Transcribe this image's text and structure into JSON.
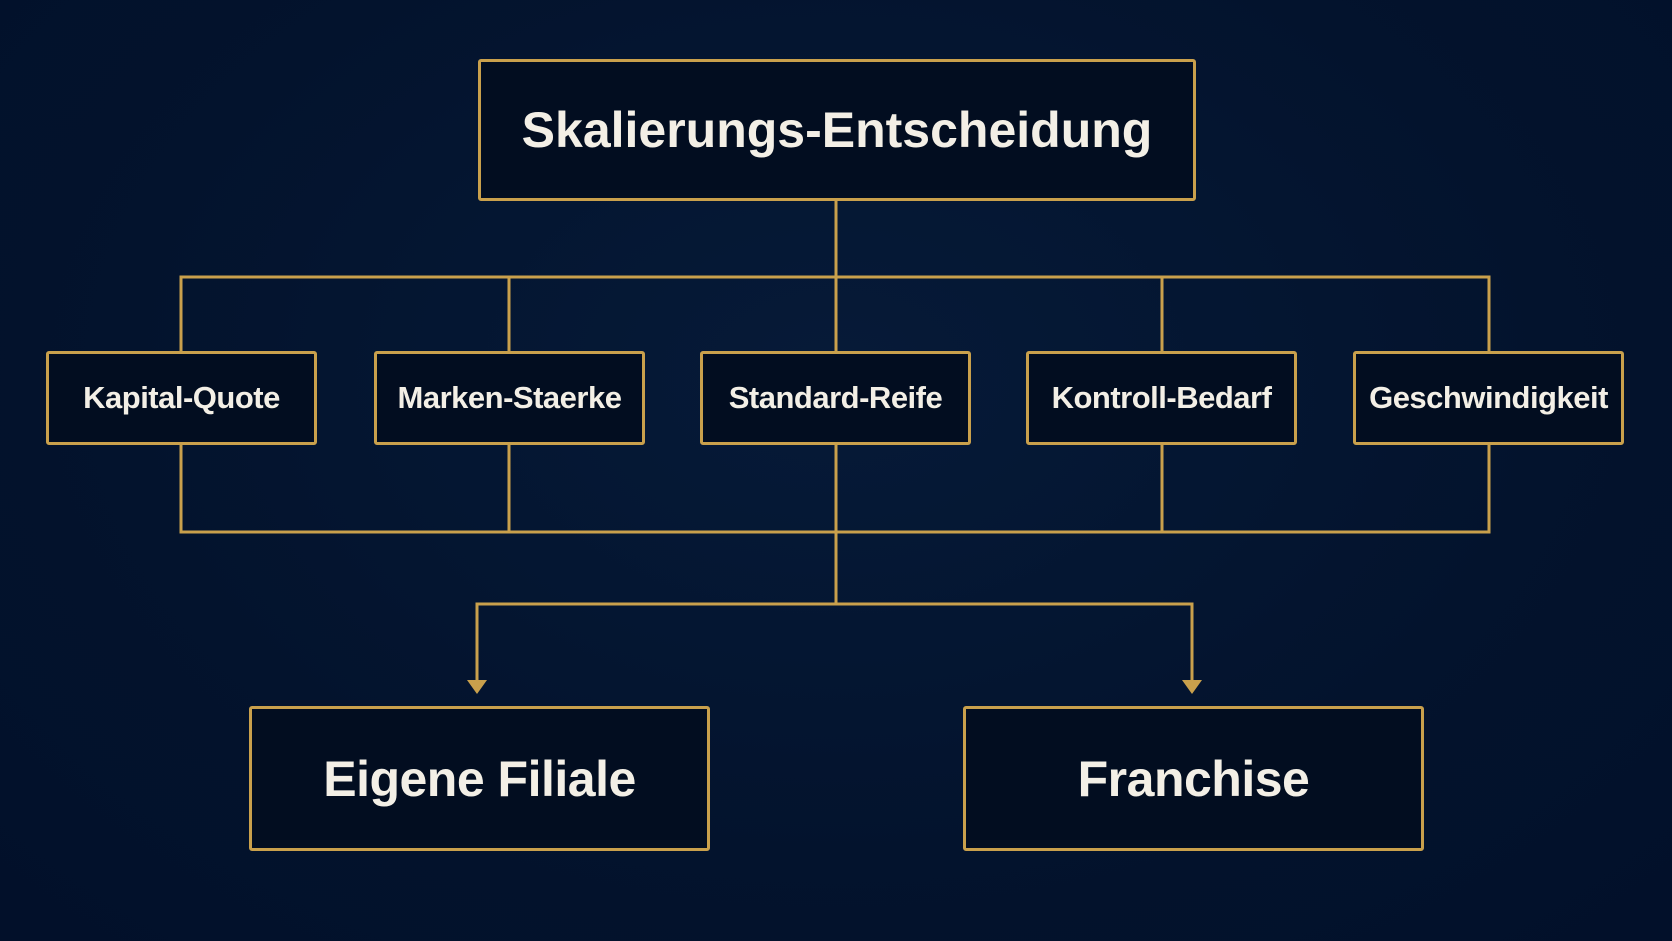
{
  "diagram": {
    "root": "Skalierungs-Entscheidung",
    "factors": [
      "Kapital-Quote",
      "Marken-Staerke",
      "Standard-Reife",
      "Kontroll-Bedarf",
      "Geschwindigkeit"
    ],
    "outcomes": [
      "Eigene Filiale",
      "Franchise"
    ]
  },
  "colors": {
    "background": "#03132d",
    "box_fill": "#020d20",
    "line_gold": "#c9a04c",
    "text": "#f3efe6"
  }
}
